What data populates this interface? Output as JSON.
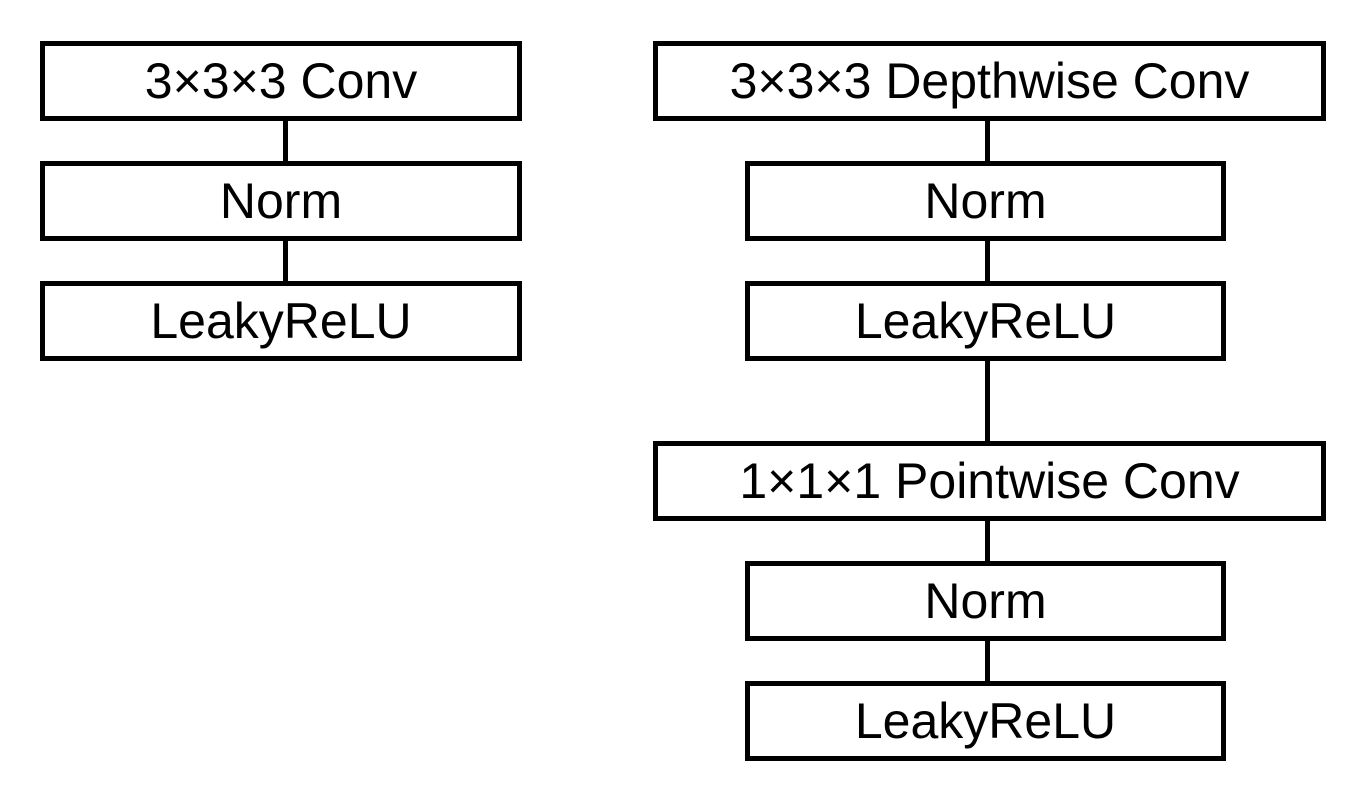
{
  "diagram": {
    "left_block": {
      "nodes": [
        {
          "label": "3×3×3 Conv"
        },
        {
          "label": "Norm"
        },
        {
          "label": "LeakyReLU"
        }
      ]
    },
    "right_block": {
      "nodes": [
        {
          "label": "3×3×3 Depthwise Conv"
        },
        {
          "label": "Norm"
        },
        {
          "label": "LeakyReLU"
        },
        {
          "label": "1×1×1 Pointwise Conv"
        },
        {
          "label": "Norm"
        },
        {
          "label": "LeakyReLU"
        }
      ]
    },
    "colors": {
      "box_border": "#000000",
      "box_fill": "#ffffff",
      "text": "#000000",
      "connector": "#000000",
      "background": "#ffffff"
    }
  }
}
